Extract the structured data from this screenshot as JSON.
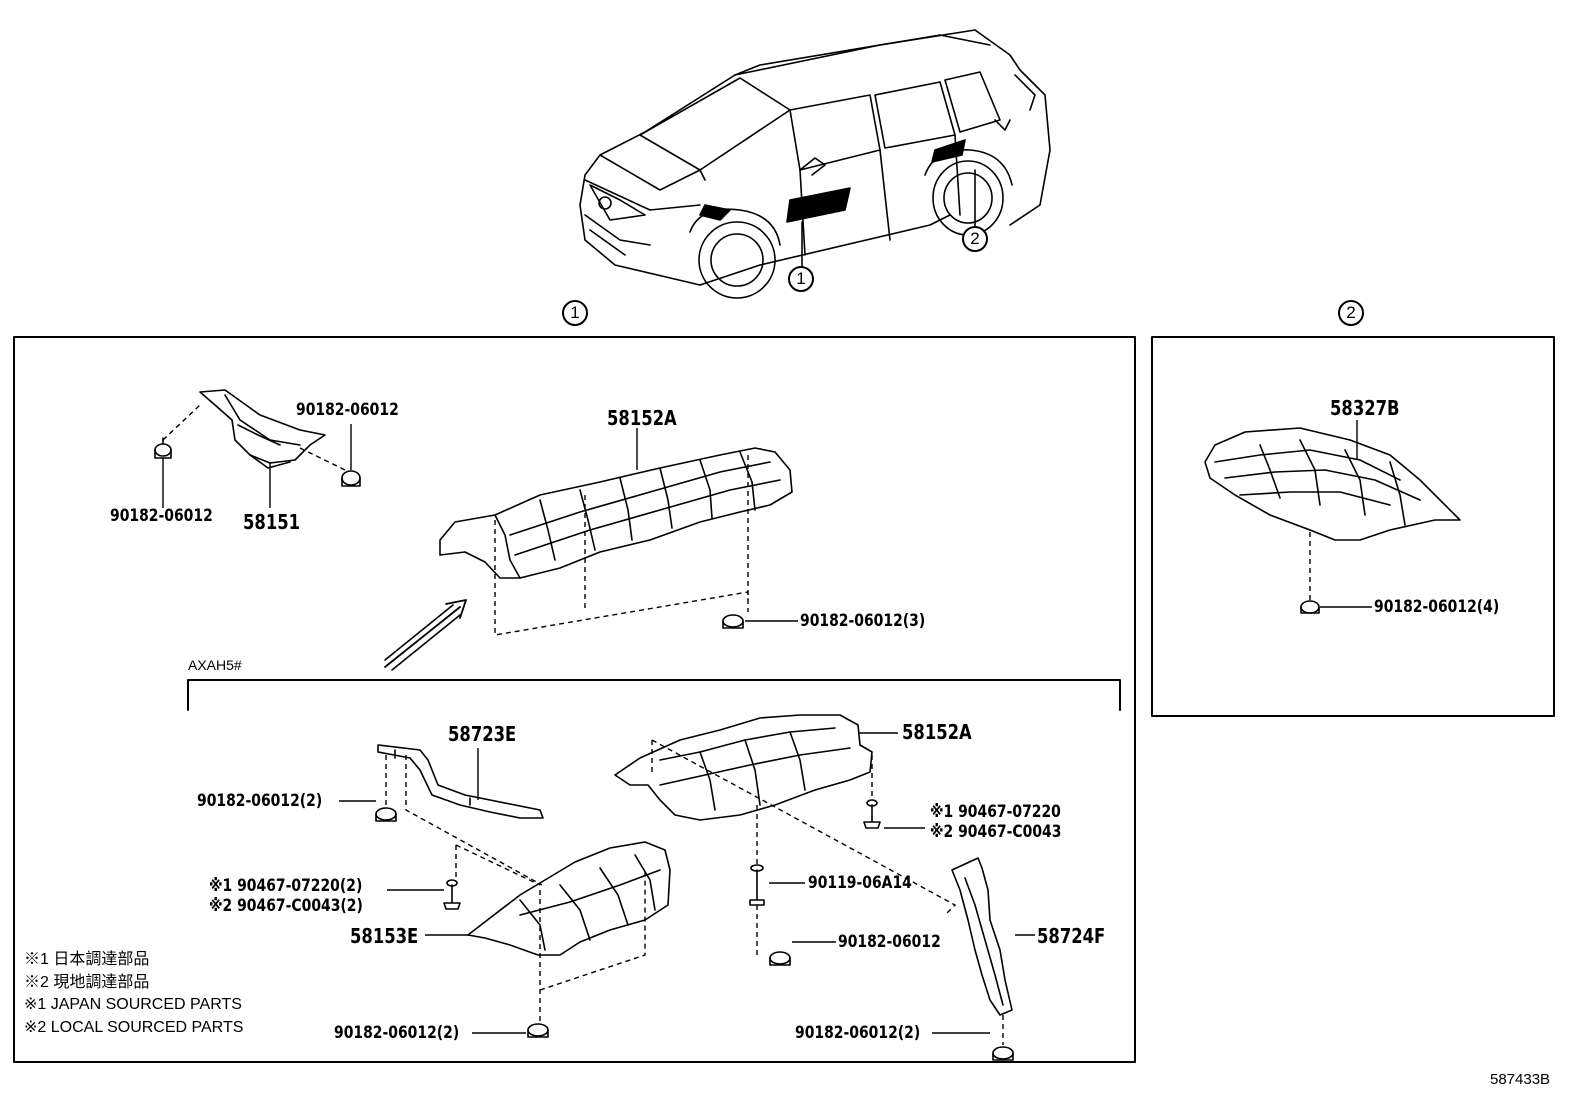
{
  "callouts": {
    "one": "1",
    "two": "2"
  },
  "group_label": "AXAH5#",
  "parts": {
    "p58151": "58151",
    "p58152A_top": "58152A",
    "p58152A_bottom": "58152A",
    "p58327B": "58327B",
    "p58723E": "58723E",
    "p58153E": "58153E",
    "p58724F": "58724F",
    "clip_top_right": "90182-06012",
    "clip_top_left": "90182-06012",
    "clip_3": "90182-06012(3)",
    "clip_4": "90182-06012(4)",
    "clip_2_left": "90182-06012(2)",
    "bolt_a_1": "※1 90467-07220",
    "bolt_a_2": "※2 90467-C0043",
    "bolt_b_1": "※1 90467-07220(2)",
    "bolt_b_2": "※2 90467-C0043(2)",
    "screw": "90119-06A14",
    "clip_mid": "90182-06012",
    "clip_2_bottom_left": "90182-06012(2)",
    "clip_2_bottom_right": "90182-06012(2)"
  },
  "notes": [
    "※1  日本調達部品",
    "※2  現地調達部品",
    "※1  JAPAN SOURCED PARTS",
    "※2  LOCAL SOURCED PARTS"
  ],
  "figure_id": "587433B"
}
